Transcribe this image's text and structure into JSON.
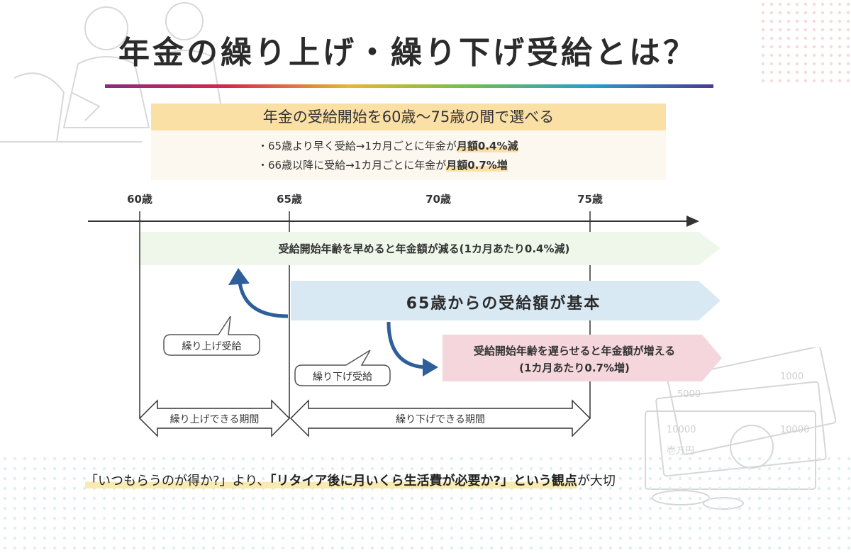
{
  "title": "年金の繰り上げ・繰り下げ受給とは？",
  "info": {
    "heading": "年金の受給開始を60歳〜75歳の間で選べる",
    "bullets": [
      {
        "prefix": "・65歳より早く受給→1カ月ごとに年金が",
        "highlight": "月額0.4%減"
      },
      {
        "prefix": "・66歳以降に受給→1カ月ごとに年金が",
        "highlight": "月額0.7%増"
      }
    ]
  },
  "timeline": {
    "ages": [
      "60歳",
      "65歳",
      "70歳",
      "75歳"
    ]
  },
  "bands": {
    "early": "受給開始年齢を早めると年金額が減る(1カ月あたり0.4%減)",
    "base": "65歳からの受給額が基本",
    "late_line1": "受給開始年齢を遅らせると年金額が増える",
    "late_line2": "(1カ月あたり0.7%増)"
  },
  "callouts": {
    "early": "繰り上げ受給",
    "late": "繰り下げ受給"
  },
  "periods": {
    "early": "繰り上げできる期間",
    "late": "繰り下げできる期間"
  },
  "footer": {
    "part1": "「いつもらうのが得か?」より、",
    "part2": "「リタイア後に月いくら生活費が必要か?」という観点",
    "part3": "が大切"
  },
  "colors": {
    "early_band": "#eef7ea",
    "base_band": "#d9e9f4",
    "late_band": "#f4d6dc",
    "arrow_blue": "#2e5f9a",
    "info_heading": "#fbe0a6"
  }
}
